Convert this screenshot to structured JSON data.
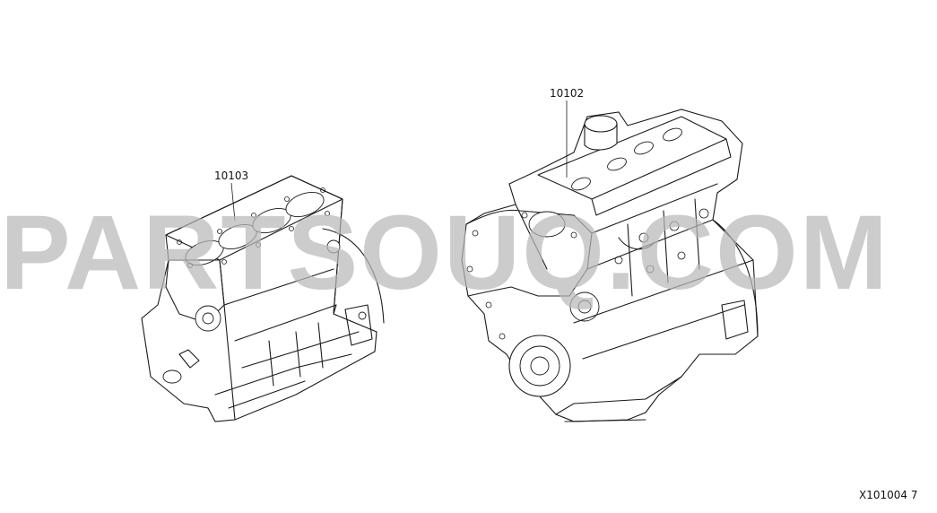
{
  "diagram": {
    "callouts": [
      {
        "id": "short-block",
        "part_number": "10103"
      },
      {
        "id": "engine-assembly",
        "part_number": "10102"
      }
    ],
    "figure_code": "X101004 7",
    "watermark": "PARTSOUQ.COM"
  }
}
